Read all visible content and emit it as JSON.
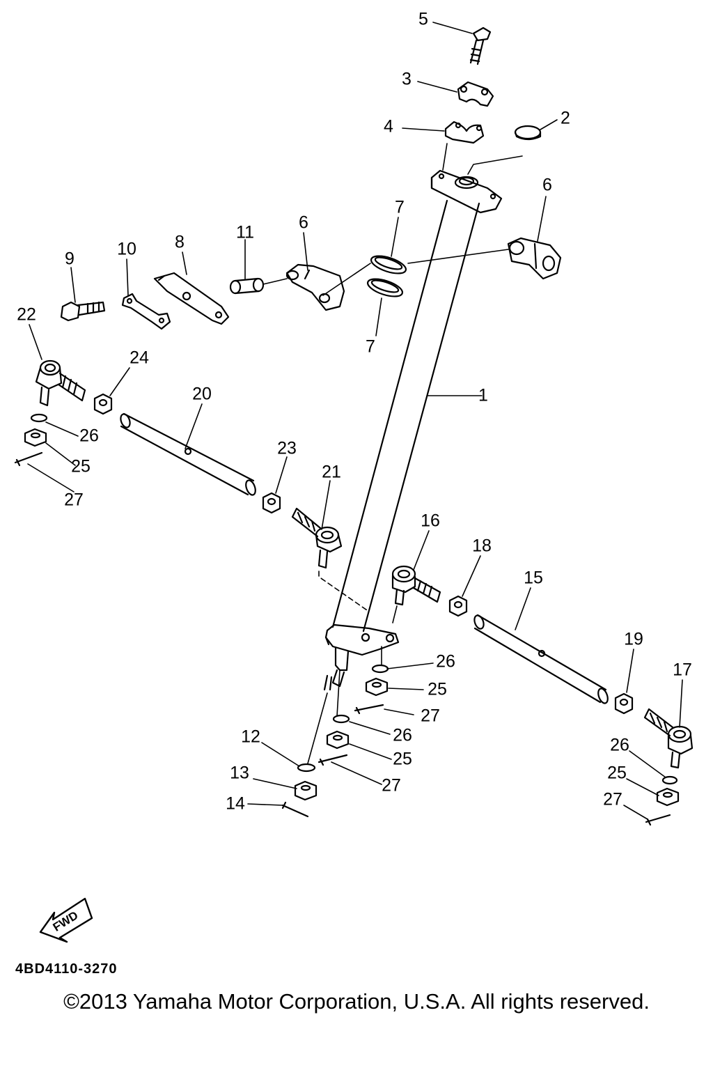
{
  "diagram": {
    "part_code": "4BD4110-3270",
    "copyright": "©2013 Yamaha Motor Corporation, U.S.A. All rights reserved.",
    "fwd_label": "FWD",
    "callouts": {
      "c1": "1",
      "c2": "2",
      "c3": "3",
      "c4": "4",
      "c5": "5",
      "c6a": "6",
      "c6b": "6",
      "c7a": "7",
      "c7b": "7",
      "c8": "8",
      "c9": "9",
      "c10": "10",
      "c11": "11",
      "c12": "12",
      "c13": "13",
      "c14": "14",
      "c15": "15",
      "c16": "16",
      "c17": "17",
      "c18": "18",
      "c19": "19",
      "c20": "20",
      "c21": "21",
      "c22": "22",
      "c23": "23",
      "c24": "24",
      "c25a": "25",
      "c25b": "25",
      "c25c": "25",
      "c25d": "25",
      "c26a": "26",
      "c26b": "26",
      "c26c": "26",
      "c26d": "26",
      "c27a": "27",
      "c27b": "27",
      "c27c": "27",
      "c27d": "27"
    }
  }
}
